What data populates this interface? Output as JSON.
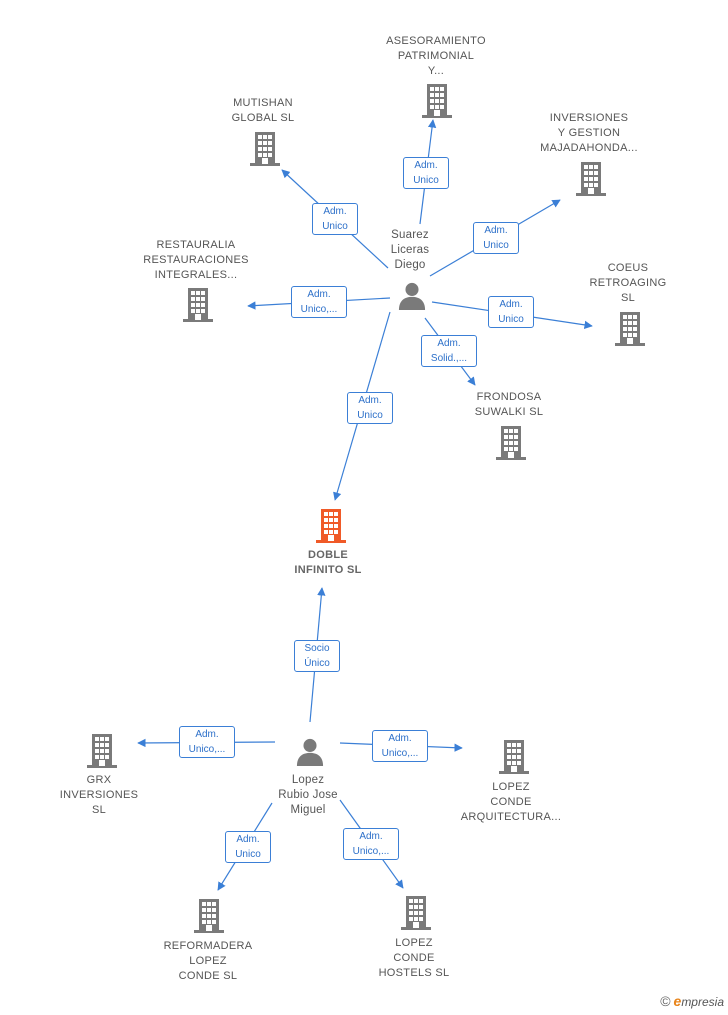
{
  "colors": {
    "edge": "#3b7fd6",
    "building": "#7a7a7a",
    "center": "#f05a28",
    "person": "#7a7a7a"
  },
  "footer": {
    "copyright": "©",
    "brand_e": "e",
    "brand_rest": "mpresia"
  },
  "nodes": {
    "asesoramiento": {
      "lines": [
        "ASESORAMIENTO",
        "PATRIMONIAL",
        "Y..."
      ]
    },
    "mutishan": {
      "lines": [
        "MUTISHAN",
        "GLOBAL  SL"
      ]
    },
    "inversiones_gestion": {
      "lines": [
        "INVERSIONES",
        "Y GESTION",
        "MAJADAHONDA..."
      ]
    },
    "restauralia": {
      "lines": [
        "RESTAURALIA",
        "RESTAURACIONES",
        "INTEGRALES..."
      ]
    },
    "coeus": {
      "lines": [
        "COEUS",
        "RETROAGING",
        "SL"
      ]
    },
    "frondosa": {
      "lines": [
        "FRONDOSA",
        "SUWALKI  SL"
      ]
    },
    "doble": {
      "lines": [
        "DOBLE",
        "INFINITO  SL"
      ]
    },
    "grx": {
      "lines": [
        "GRX",
        "INVERSIONES",
        "SL"
      ]
    },
    "lopez_arq": {
      "lines": [
        "LOPEZ",
        "CONDE",
        "ARQUITECTURA..."
      ]
    },
    "reformadera": {
      "lines": [
        "REFORMADERA",
        "LOPEZ",
        "CONDE  SL"
      ]
    },
    "lopez_hostels": {
      "lines": [
        "LOPEZ",
        "CONDE",
        "HOSTELS  SL"
      ]
    },
    "suarez": {
      "lines": [
        "Suarez",
        "Liceras",
        "Diego"
      ]
    },
    "lopez_rubio": {
      "lines": [
        "Lopez",
        "Rubio Jose",
        "Miguel"
      ]
    }
  },
  "edges": {
    "e_asesoramiento": {
      "lines": [
        "Adm.",
        "Unico"
      ]
    },
    "e_mutishan": {
      "lines": [
        "Adm.",
        "Unico"
      ]
    },
    "e_inversiones": {
      "lines": [
        "Adm.",
        "Unico"
      ]
    },
    "e_restauralia": {
      "lines": [
        "Adm.",
        "Unico,..."
      ]
    },
    "e_coeus": {
      "lines": [
        "Adm.",
        "Unico"
      ]
    },
    "e_frondosa": {
      "lines": [
        "Adm.",
        "Solid.,..."
      ]
    },
    "e_doble_suarez": {
      "lines": [
        "Adm.",
        "Unico"
      ]
    },
    "e_doble_lopez": {
      "lines": [
        "Socio",
        "Único"
      ]
    },
    "e_grx": {
      "lines": [
        "Adm.",
        "Unico,..."
      ]
    },
    "e_lopez_arq": {
      "lines": [
        "Adm.",
        "Unico,..."
      ]
    },
    "e_reformadera": {
      "lines": [
        "Adm.",
        "Unico"
      ]
    },
    "e_hostels": {
      "lines": [
        "Adm.",
        "Unico,..."
      ]
    }
  }
}
